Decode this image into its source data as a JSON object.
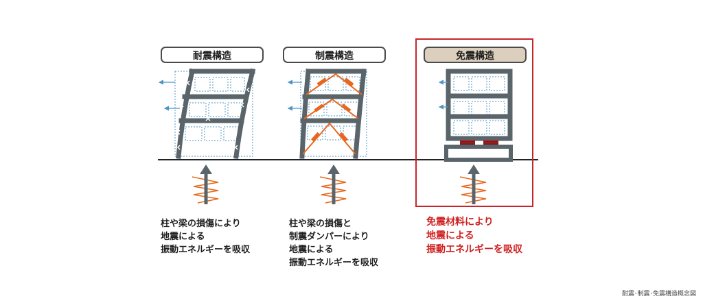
{
  "panels": [
    {
      "title": "耐震構造",
      "description": [
        "柱や梁の損傷により",
        "地震による",
        "振動エネルギーを吸収"
      ]
    },
    {
      "title": "制震構造",
      "description": [
        "柱や梁の損傷と",
        "制震ダンパーにより",
        "地震による",
        "振動エネルギーを吸収"
      ]
    },
    {
      "title": "免震構造",
      "description": [
        "免震材料により",
        "地震による",
        "振動エネルギーを吸収"
      ]
    }
  ],
  "caption": "耐震･制震･免震構造概念図",
  "colors": {
    "structure": "#59646b",
    "damper": "#e8671d",
    "isolator": "#b3262a",
    "highlight_frame": "#c7252b",
    "highlight_text": "#d02020",
    "highlight_label_bg": "#dccfbd"
  }
}
